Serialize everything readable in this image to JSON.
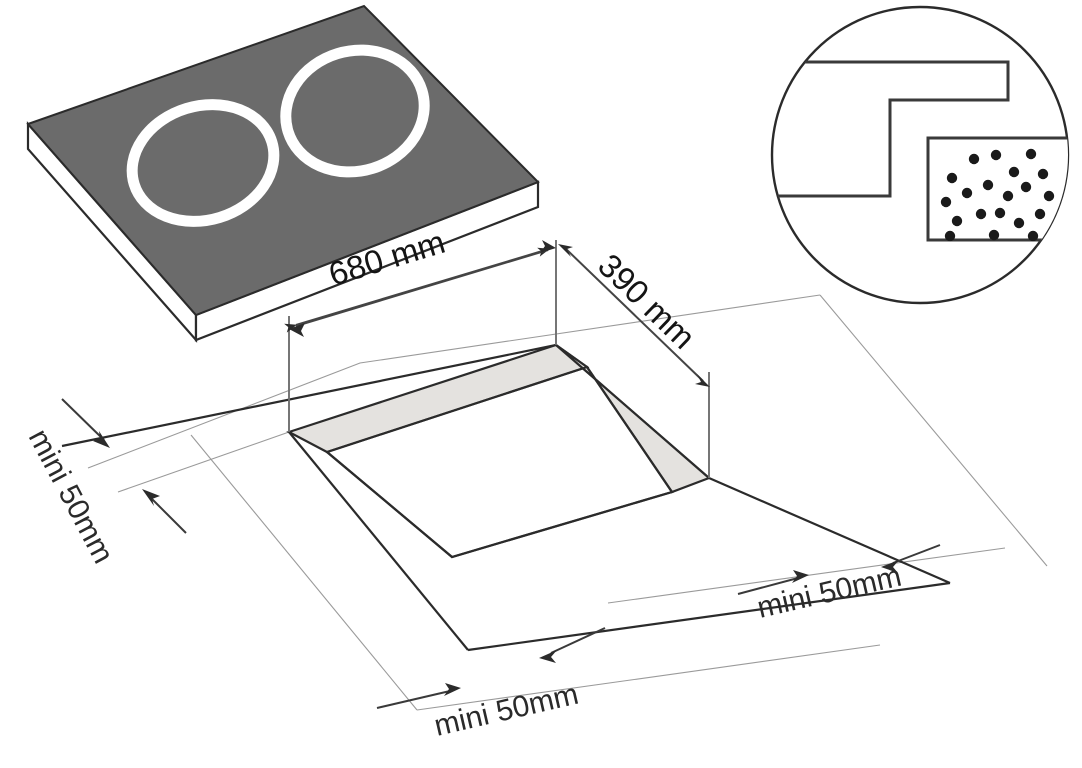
{
  "figure": {
    "title": "Cooktop cutout installation dimensions",
    "kind": "isometric-technical-drawing"
  },
  "colors": {
    "plate_top": "#6b6b6b",
    "plate_edge": "#ffffff",
    "cutout_wall": "#e4e2df",
    "line": "#2b2b2b",
    "thin_line": "#9a9a9a",
    "text": "#141414",
    "background": "#ffffff"
  },
  "appliance": {
    "name": "hob-plate",
    "burner_zones": [
      {
        "label": "small-burner-ring"
      },
      {
        "label": "large-burner-ring"
      }
    ]
  },
  "dimensions": {
    "width": {
      "value": "680 mm",
      "edge": "front-left"
    },
    "depth": {
      "value": "390 mm",
      "edge": "front-right"
    }
  },
  "clearances": [
    {
      "id": "left",
      "value": "mini 50mm"
    },
    {
      "id": "front",
      "value": "mini 50mm"
    },
    {
      "id": "right",
      "value": "mini 50mm"
    }
  ],
  "detail": {
    "name": "edge-detail-callout",
    "shows": "worktop step and speckled counter material"
  }
}
